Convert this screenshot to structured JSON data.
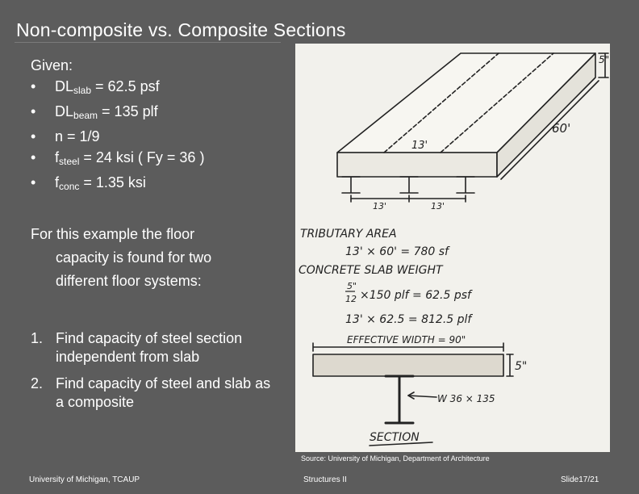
{
  "title": "Non-composite vs. Composite Sections",
  "given": {
    "heading": "Given:",
    "items": [
      {
        "pre": "DL",
        "sub": "slab",
        "post": " = 62.5 psf"
      },
      {
        "pre": "DL",
        "sub": "beam",
        "post": " = 135 plf"
      },
      {
        "pre": "n = 1/9",
        "sub": "",
        "post": ""
      },
      {
        "pre": "f",
        "sub": "steel",
        "post": " = 24 ksi  ( Fy = 36 )"
      },
      {
        "pre": "f",
        "sub": "conc",
        "post": " = 1.35 ksi"
      }
    ]
  },
  "intro": {
    "line1": "For this example the floor",
    "line2": "capacity is found for two",
    "line3": "different floor systems:"
  },
  "steps": [
    {
      "num": "1.",
      "text": "Find capacity of  steel section independent from slab"
    },
    {
      "num": "2.",
      "text": "Find capacity of steel and slab as a composite"
    }
  ],
  "figure": {
    "slab_thickness": "5\"",
    "length": "60'",
    "width_label": "13'",
    "spacing_1": "13'",
    "spacing_2": "13'",
    "tributary_title": "TRIBUTARY AREA",
    "tributary_calc": "13' × 60' = 780 sf",
    "concrete_title": "CONCRETE SLAB WEIGHT",
    "frac_num": "5\"",
    "frac_den": "12",
    "concrete_calc1": "×150 plf = 62.5 psf",
    "concrete_calc2": "13' × 62.5 = 812.5 plf",
    "effective_width": "EFFECTIVE WIDTH = 90\"",
    "section_thickness": "5\"",
    "beam_label": "W 36 × 135",
    "section_title": "SECTION"
  },
  "source": "Source: University of Michigan, Department of Architecture",
  "footer": {
    "left": "University of Michigan, TCAUP",
    "center": "Structures II",
    "right": "Slide17/21"
  }
}
